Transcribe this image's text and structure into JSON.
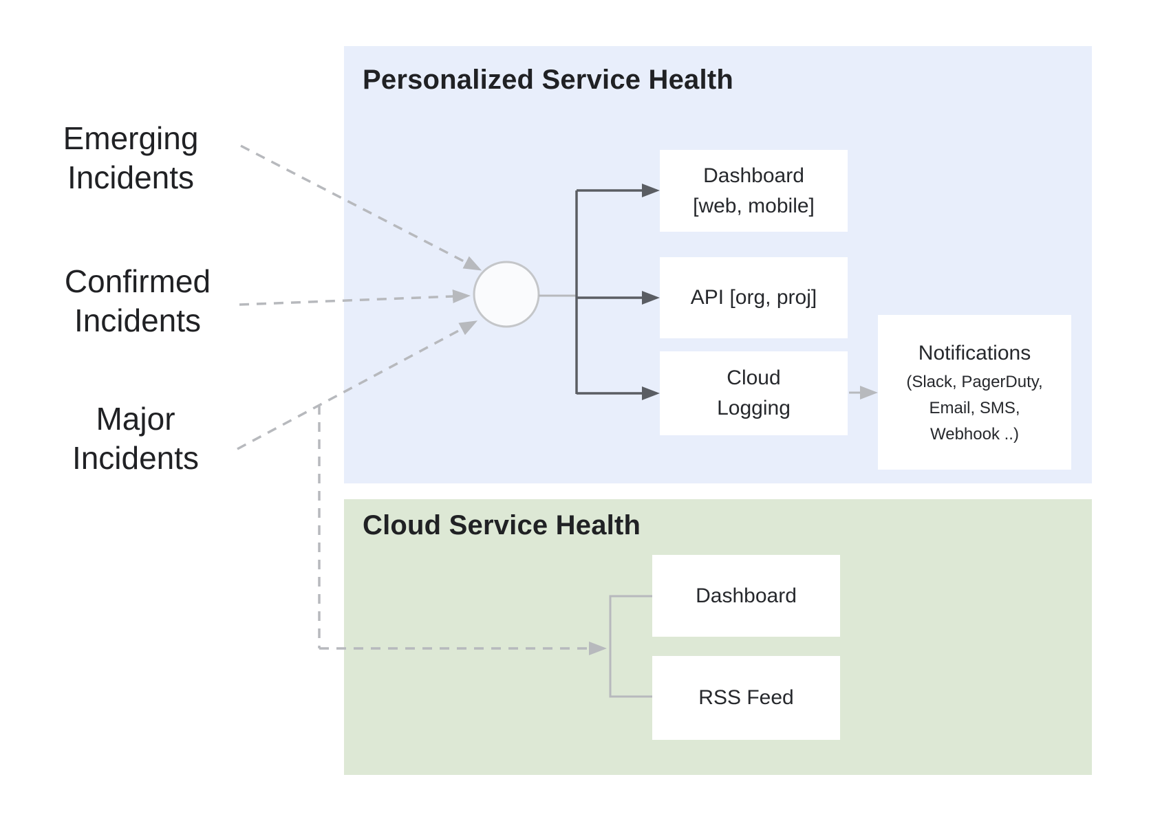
{
  "colors": {
    "panel_blue": "#e8eefb",
    "panel_green": "#dde8d5",
    "box_bg": "#ffffff",
    "line_dark": "#5a5d63",
    "line_light": "#b7b9bd",
    "circle_fill": "#fafbfd",
    "circle_stroke": "#c4c6c9",
    "text_dark": "#202124"
  },
  "inputs": {
    "emerging": "Emerging\nIncidents",
    "confirmed": "Confirmed\nIncidents",
    "major": "Major\nIncidents"
  },
  "personalized": {
    "title": "Personalized Service Health",
    "dashboard": "Dashboard\n[web, mobile]",
    "api": "API [org, proj]",
    "logging": "Cloud\nLogging",
    "notifications_title": "Notifications",
    "notifications_detail": "(Slack, PagerDuty,\nEmail, SMS,\nWebhook ..)"
  },
  "cloud": {
    "title": "Cloud Service Health",
    "dashboard": "Dashboard",
    "rss": "RSS Feed"
  }
}
